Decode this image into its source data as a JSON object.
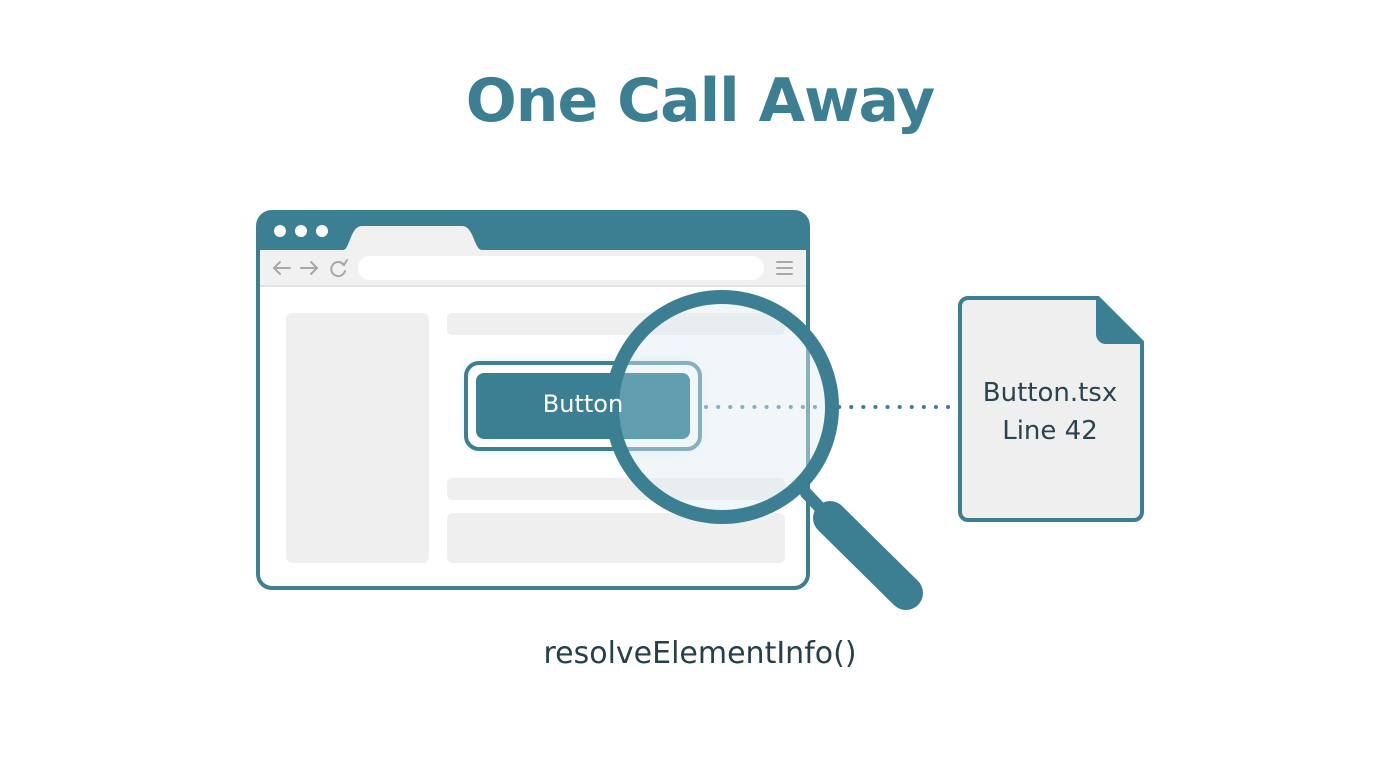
{
  "title": "One Call Away",
  "function_call": "resolveElementInfo()",
  "browser": {
    "button_label": "Button",
    "icons": [
      "back-arrow-icon",
      "forward-arrow-icon",
      "reload-icon",
      "menu-icon"
    ]
  },
  "file": {
    "name": "Button.tsx",
    "line": "Line 42",
    "icon": "document-icon"
  },
  "magnifier": {
    "icon": "magnifying-glass-icon"
  },
  "colors": {
    "accent": "#3d7f92",
    "accent_dark": "#2f6b7c",
    "text_dark": "#263f4a",
    "panel_gray": "#efefef"
  }
}
